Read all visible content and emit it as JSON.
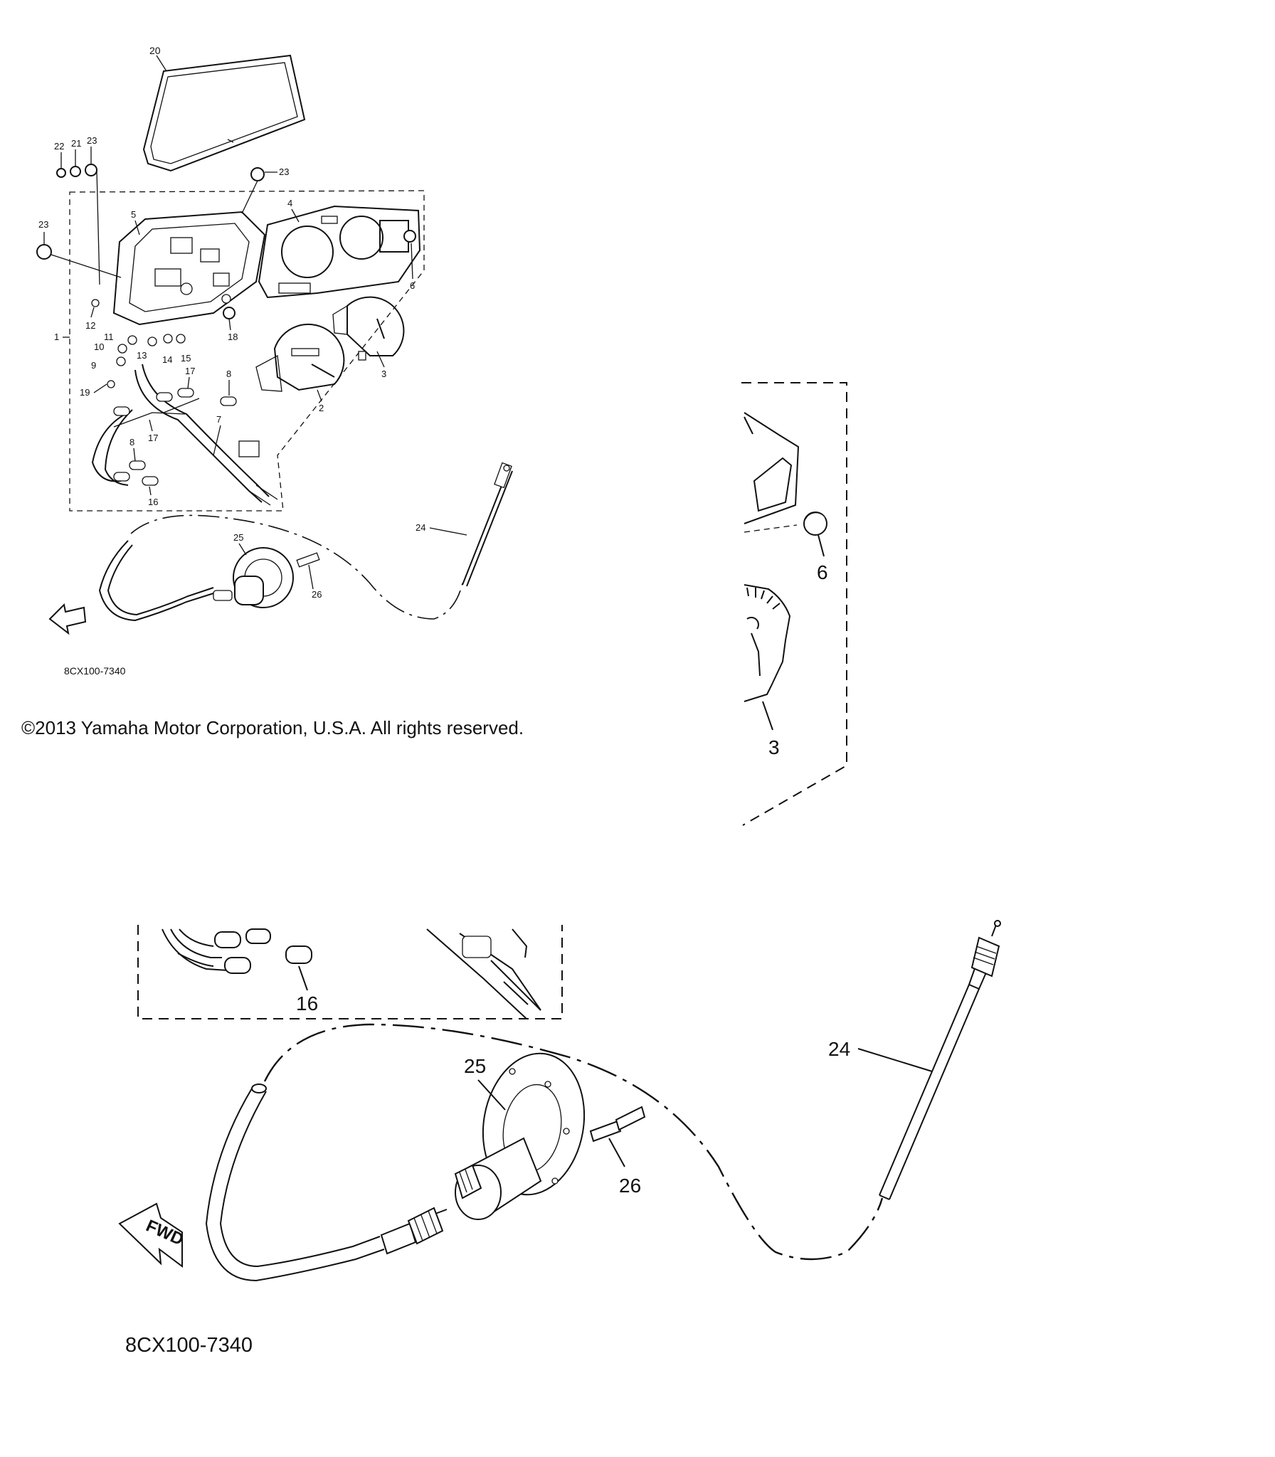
{
  "overview": {
    "callouts": [
      "20",
      "22",
      "21",
      "23",
      "23",
      "23",
      "5",
      "4",
      "6",
      "12",
      "1",
      "11",
      "10",
      "13",
      "14",
      "15",
      "18",
      "9",
      "17",
      "19",
      "8",
      "3",
      "2",
      "7",
      "17",
      "8",
      "16",
      "24",
      "25",
      "26"
    ],
    "drawing_code": "8CX100-7340"
  },
  "copyright": "©2013 Yamaha Motor Corporation, U.S.A. All rights reserved.",
  "detail_right": {
    "callouts": [
      "6",
      "3"
    ]
  },
  "detail_bottom": {
    "callouts": [
      "16",
      "25",
      "24",
      "26"
    ],
    "fwd_label": "FWD",
    "drawing_code": "8CX100-7340"
  }
}
